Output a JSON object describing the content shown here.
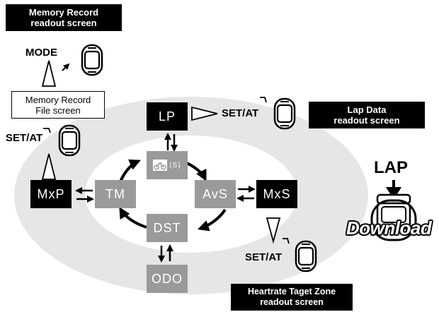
{
  "labels": {
    "memory_record_readout": [
      "Memory Record",
      "readout screen"
    ],
    "memory_record_file": [
      "Memory Record",
      "File screen"
    ],
    "lap_data_readout": [
      "Lap Data",
      "readout screen"
    ],
    "heartrate_readout": [
      "Heartrate Taget Zone",
      "readout screen"
    ]
  },
  "buttons": {
    "mode": "MODE",
    "set_at": "SET/AT",
    "lap": "LAP"
  },
  "download": "Download",
  "nodes": {
    "lp": "LP",
    "icon_suffix": "(S)",
    "avs": "AvS",
    "tm": "TM",
    "dst": "DST",
    "odo": "ODO",
    "mxp": "MxP",
    "mxs": "MxS"
  },
  "colors": {
    "ring": "#e6e6e6",
    "gray_node": "#9a9a9a",
    "black_node": "#000000"
  },
  "icons": [
    "watch-icon",
    "pointer-arrow-icon",
    "hollow-triangle-arrow-icon",
    "cycling-icon"
  ]
}
